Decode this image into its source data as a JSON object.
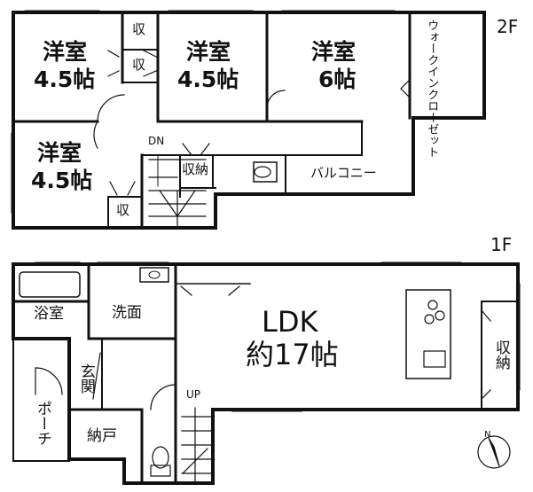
{
  "floor_labels": {
    "second": "2F",
    "first": "1F"
  },
  "second_floor": {
    "room_a": {
      "name": "洋室",
      "size": "4.5帖"
    },
    "room_b": {
      "name": "洋室",
      "size": "4.5帖"
    },
    "room_c": {
      "name": "洋室",
      "size": "6帖"
    },
    "room_d": {
      "name": "洋室",
      "size": "4.5帖"
    },
    "closet_1": "収",
    "closet_2": "収",
    "closet_3": "収",
    "storage": "収納",
    "walk_in_closet": "ウォークインクローゼット",
    "balcony": "バルコニー",
    "stairs_label": "DN"
  },
  "first_floor": {
    "bathroom": "浴室",
    "washroom": "洗面",
    "ldk": {
      "name": "LDK",
      "size": "約17帖"
    },
    "storage": "収納",
    "entrance": "玄関",
    "porch": "ポーチ",
    "closet": "納戸",
    "stairs_label": "UP"
  },
  "compass": {
    "label": "N"
  }
}
